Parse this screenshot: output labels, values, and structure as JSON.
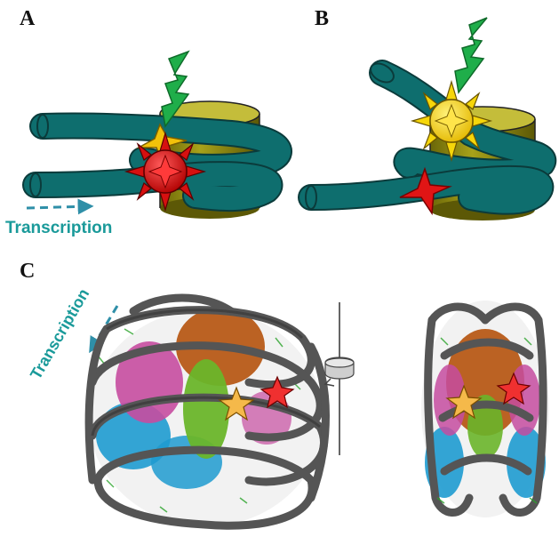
{
  "panels": {
    "a_label": "A",
    "b_label": "B",
    "c_label": "C"
  },
  "annotations": {
    "transcription_a": "Transcription",
    "transcription_c": "Transcription"
  },
  "colors": {
    "dna_teal": "#0e6e6e",
    "histone_olive": "#8f8a10",
    "flash_green": "#1fae4a",
    "star_yellow": "#f2c20a",
    "star_red": "#e01515",
    "arrow_teal": "#2f8fa8"
  }
}
